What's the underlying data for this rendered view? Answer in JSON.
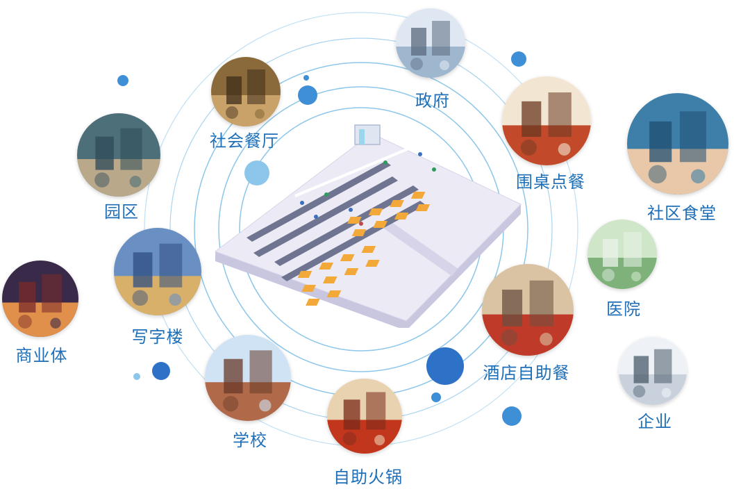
{
  "accent_color": "#1f6fb8",
  "ring_color": "#7fbde6",
  "center_image": {
    "icon": "canteen-floorplan-illustration"
  },
  "scenarios": [
    {
      "label": "政府",
      "icon": "government-building-photo"
    },
    {
      "label": "社会餐厅",
      "icon": "restaurant-photo"
    },
    {
      "label": "园区",
      "icon": "industrial-park-photo"
    },
    {
      "label": "围桌点餐",
      "icon": "table-dishes-photo"
    },
    {
      "label": "社区食堂",
      "icon": "community-canteen-photo"
    },
    {
      "label": "医院",
      "icon": "hospital-photo"
    },
    {
      "label": "写字楼",
      "icon": "office-tower-photo"
    },
    {
      "label": "商业体",
      "icon": "shopping-mall-photo"
    },
    {
      "label": "酒店自助餐",
      "icon": "hotel-buffet-photo"
    },
    {
      "label": "学校",
      "icon": "school-photo"
    },
    {
      "label": "自助火锅",
      "icon": "hotpot-photo"
    },
    {
      "label": "企业",
      "icon": "enterprise-office-photo"
    }
  ]
}
